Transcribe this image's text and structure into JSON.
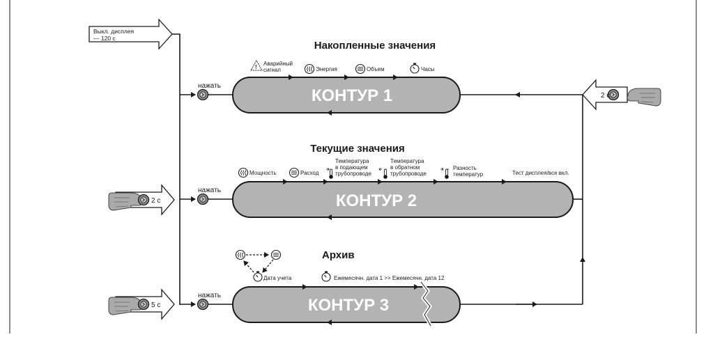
{
  "display_off": {
    "line1": "Выкл. дисплея",
    "line2": "— 120 с"
  },
  "press_label": "нажать",
  "loop1": {
    "heading": "Накопленные значения",
    "name": "КОНТУР 1",
    "items": {
      "alarm_line1": "Аварийный",
      "alarm_line2": "сигнал",
      "energy": "Энергия",
      "volume": "Объем",
      "hours": "Часы"
    },
    "return_hold": "2 с"
  },
  "loop2": {
    "heading": "Текущие значения",
    "name": "КОНТУР 2",
    "items": {
      "power": "Мощность",
      "flow": "Расход",
      "supply_temp": [
        "Температура",
        "в подающем",
        "трубопроводе"
      ],
      "return_temp": [
        "Температура",
        "в обратном",
        "трубопроводе"
      ],
      "diff_temp": [
        "Разность",
        "температур"
      ],
      "display_test": "Тест дисплея/все вкл."
    },
    "entry_hold": "2 с"
  },
  "loop3": {
    "heading": "Архив",
    "name": "КОНТУР 3",
    "items": {
      "read_date": "Дата учета",
      "monthly": "Ежемесячн. дата 1 >> Ежемесячн. дата 12"
    },
    "entry_hold": "5 с"
  },
  "icons": [
    "alarm-icon",
    "energy-icon",
    "volume-icon",
    "clock-icon",
    "thermometer-icon",
    "finger-press-icon",
    "push-button-icon"
  ],
  "colors": {
    "line": "#1a1a1a",
    "pill_fill": "#b3b3b3",
    "pill_text": "#ffffff",
    "button": "#8c8c8c"
  }
}
